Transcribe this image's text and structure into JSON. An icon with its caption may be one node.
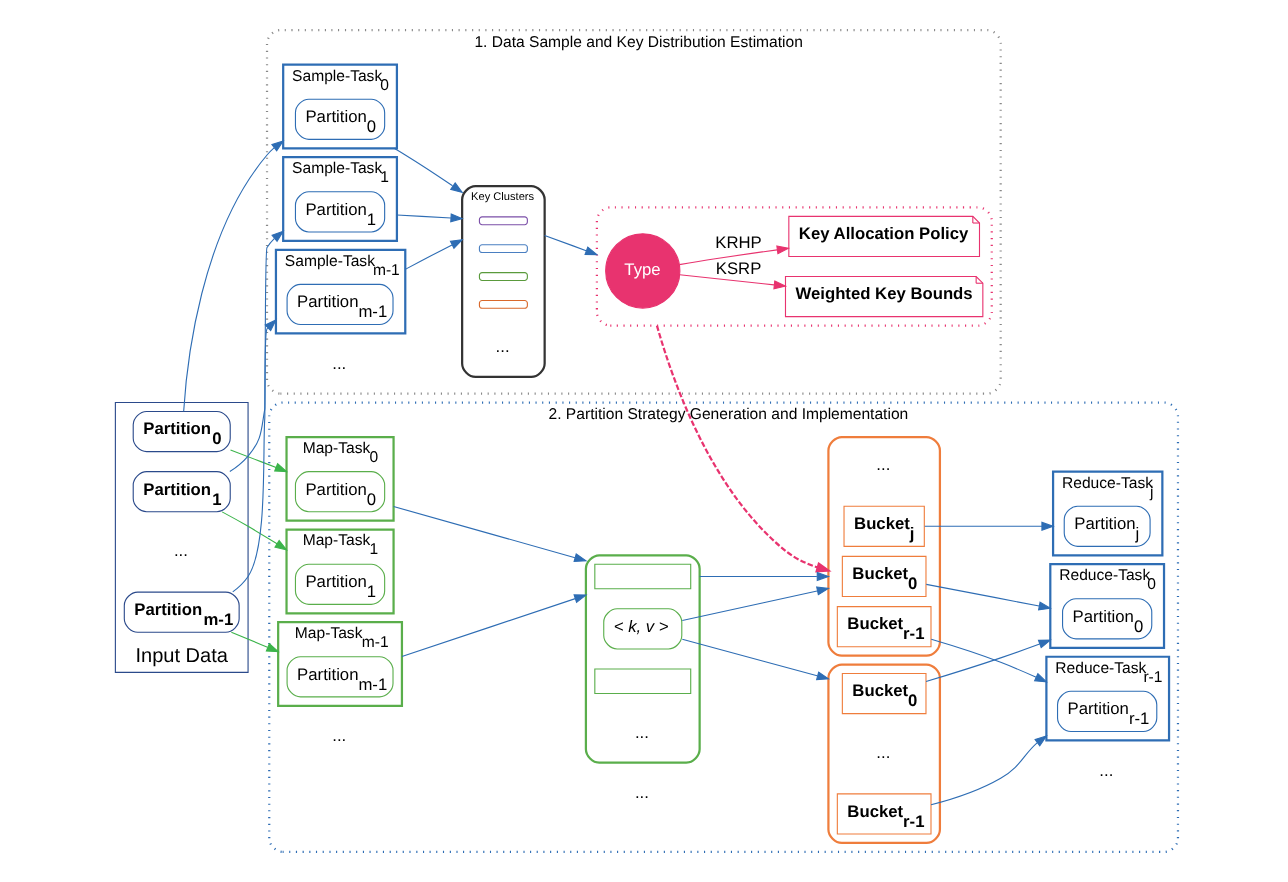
{
  "diagram": {
    "nodes": [
      {
        "text": [
          "Input Data"
        ]
      },
      {
        "text": [
          "Partition$_{0}$"
        ],
        "in": 0
      },
      {
        "text": [
          "Partition$_{1}$"
        ],
        "in": 0
      },
      {
        "text": [
          "Partition$_{m-1}$"
        ],
        "in": 0
      },
      {
        "text": [
          "1. Data Sample and Key Distribution Estimation"
        ]
      },
      {
        "text": [
          "Sample-Task$_{0}$"
        ],
        "in": 4
      },
      {
        "text": [
          "Partition$_{0}$"
        ],
        "in": 5
      },
      {
        "text": [
          "Sample-Task$_{1}$"
        ],
        "in": 4
      },
      {
        "text": [
          "Partition$_{1}$"
        ],
        "in": 7
      },
      {
        "text": [
          "Sample-Task$_{m-1}$"
        ],
        "in": 4
      },
      {
        "text": [
          "Partition$_{m-1}$"
        ],
        "in": 9
      },
      {
        "text": [
          "Key Clusters"
        ],
        "in": 4
      },
      {
        "text": [],
        "shape": "bar",
        "in": 11
      },
      {
        "text": [],
        "shape": "bar",
        "in": 11
      },
      {
        "text": [],
        "shape": "bar",
        "in": 11
      },
      {
        "text": [],
        "shape": "bar",
        "in": 11
      },
      {
        "text": [],
        "shape": "box",
        "in": 4
      },
      {
        "text": [
          "Type"
        ],
        "in": 16
      },
      {
        "text": [
          "Key Allocation Policy"
        ],
        "in": 16
      },
      {
        "text": [
          "Weighted Key Bounds"
        ],
        "in": 16
      },
      {
        "text": [
          "2. Partition Strategy Generation and Implementation"
        ]
      },
      {
        "text": [
          "Map-Task$_{0}$"
        ],
        "in": 20
      },
      {
        "text": [
          "Partition$_{0}$"
        ],
        "in": 21
      },
      {
        "text": [
          "Map-Task$_{1}$"
        ],
        "in": 20
      },
      {
        "text": [
          "Partition$_{1}$"
        ],
        "in": 23
      },
      {
        "text": [
          "Map-Task$_{m-1}$"
        ],
        "in": 20
      },
      {
        "text": [
          "Partition$_{m-1}$"
        ],
        "in": 25
      },
      {
        "text": [],
        "shape": "box",
        "in": 20
      },
      {
        "text": [],
        "shape": "box",
        "in": 27
      },
      {
        "text": [
          "< k, v >"
        ],
        "in": 27
      },
      {
        "text": [],
        "shape": "box",
        "in": 27
      },
      {
        "text": [],
        "shape": "box",
        "in": 20
      },
      {
        "text": [
          "Bucket$_{0}$"
        ],
        "in": 31
      },
      {
        "text": [
          "Bucket$_{j}$"
        ],
        "in": 31
      },
      {
        "text": [
          "Bucket$_{r-1}$"
        ],
        "in": 31
      },
      {
        "text": [],
        "shape": "box",
        "in": 20
      },
      {
        "text": [
          "Bucket$_{0}$"
        ],
        "in": 35
      },
      {
        "text": [
          "Bucket$_{r-1}$"
        ],
        "in": 35
      },
      {
        "text": [
          "Reduce-Task$_{0}$"
        ],
        "in": 20
      },
      {
        "text": [
          "Partition$_{0}$"
        ],
        "in": 38
      },
      {
        "text": [
          "Reduce-Task$_{j}$"
        ],
        "in": 20
      },
      {
        "text": [
          "Partition$_{j}$"
        ],
        "in": 40
      },
      {
        "text": [
          "Reduce-Task$_{r-1}$"
        ],
        "in": 20
      },
      {
        "text": [
          "Partition$_{r-1}$"
        ],
        "in": 42
      }
    ],
    "edges": [
      {
        "from": 1,
        "to": 5,
        "arrow": "to"
      },
      {
        "from": 1,
        "to": 21,
        "arrow": "to",
        "color": "#3cb44b"
      },
      {
        "from": 2,
        "to": 7,
        "arrow": "to"
      },
      {
        "from": 2,
        "to": 23,
        "arrow": "to",
        "color": "#3cb44b"
      },
      {
        "from": 3,
        "to": 9,
        "arrow": "to"
      },
      {
        "from": 3,
        "to": 25,
        "arrow": "to",
        "color": "#3cb44b"
      },
      {
        "from": 5,
        "to": 11,
        "arrow": "to"
      },
      {
        "from": 7,
        "to": 11,
        "arrow": "to"
      },
      {
        "from": 9,
        "to": 11,
        "arrow": "to"
      },
      {
        "from": 11,
        "to": 16,
        "arrow": "to"
      },
      {
        "from": 17,
        "to": 18,
        "arrow": "to",
        "label": "KRHP",
        "color": "#e8336f"
      },
      {
        "from": 17,
        "to": 19,
        "arrow": "to",
        "label": "KSRP",
        "color": "#e8336f"
      },
      {
        "from": 16,
        "to": 31,
        "arrow": "to",
        "style": "dashed",
        "color": "#e8336f"
      },
      {
        "from": 21,
        "to": 27,
        "arrow": "to"
      },
      {
        "from": 25,
        "to": 27,
        "arrow": "to"
      },
      {
        "from": 27,
        "to": 31,
        "arrow": "to"
      },
      {
        "from": 29,
        "to": 31,
        "arrow": "to"
      },
      {
        "from": 29,
        "to": 35,
        "arrow": "to"
      },
      {
        "from": 32,
        "to": 38,
        "arrow": "to"
      },
      {
        "from": 33,
        "to": 40,
        "arrow": "to"
      },
      {
        "from": 34,
        "to": 42,
        "arrow": "to"
      },
      {
        "from": 36,
        "to": 38,
        "arrow": "to"
      },
      {
        "from": 37,
        "to": 42,
        "arrow": "to"
      }
    ],
    "labels": [
      "...",
      "...",
      "...",
      "...",
      "...",
      "...",
      "...",
      "...",
      "..."
    ]
  }
}
